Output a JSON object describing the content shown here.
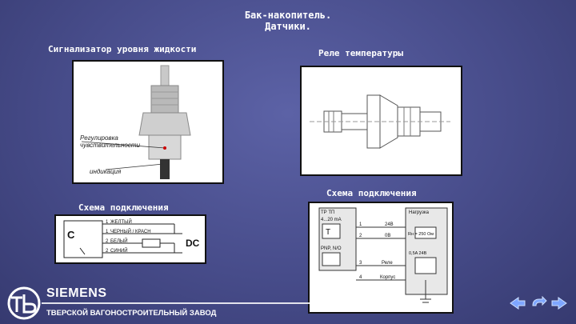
{
  "slide": {
    "title_line1": "Бак-накопитель.",
    "title_line2": "Датчики.",
    "level_sensor_label": "Сигнализатор уровня жидкости",
    "temp_relay_label": "Реле температуры",
    "wiring_label_left": "Схема подключения",
    "wiring_label_right": "Схема подключения"
  },
  "level_sensor_image": {
    "callout_1_line1": "Регулировка",
    "callout_1_line2": "чувствительности",
    "callout_2": "индикация"
  },
  "left_diagram": {
    "c_label": "C",
    "dc_label": "DC",
    "wires": [
      {
        "num": "1",
        "name": "ЖЕЛТЫЙ"
      },
      {
        "num": "1",
        "name": "ЧЕРНЫЙ / КРАСН"
      },
      {
        "num": "2",
        "name": "БЕЛЫЙ"
      },
      {
        "num": "2",
        "name": "СИНИЙ"
      }
    ]
  },
  "right_diagram": {
    "box_title": "ТР ТП",
    "range": "4...20 mA",
    "t_label": "T",
    "pnp_label": "PNP, N/O",
    "load_title": "Нагрузка",
    "rn_label": "Rн = 250 Ом",
    "fuse_label": "0,5A 24В",
    "pin1": "1",
    "pin2": "2",
    "pin3": "3",
    "pin4": "4",
    "v24": "24В",
    "v0": "0В",
    "relay": "Реле",
    "case": "Корпус"
  },
  "footer": {
    "brand": "SIEMENS",
    "plant": "ТВЕРСКОЙ ВАГОНОСТРОИТЕЛЬНЫЙ ЗАВОД",
    "logo_text": "ТВ"
  },
  "colors": {
    "accent": "#4a4f8a",
    "nav": "#7ea6ff"
  }
}
